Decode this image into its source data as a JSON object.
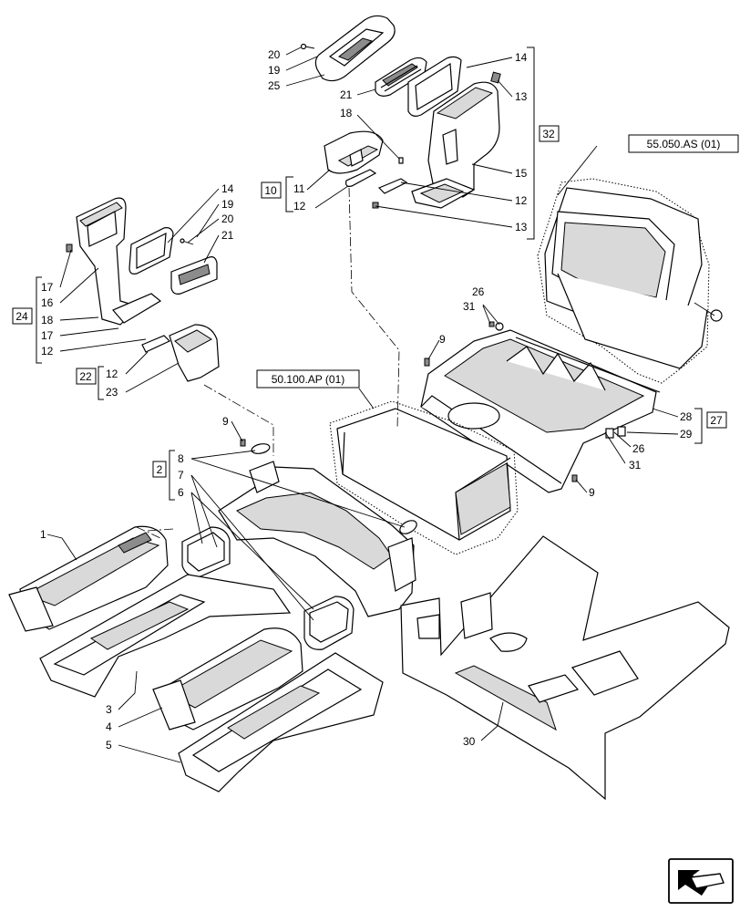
{
  "references": {
    "hvac_unit": "55.050.AS (01)",
    "control_unit": "50.100.AP (01)"
  },
  "groups": {
    "g32": "32",
    "g10": "10",
    "g24": "24",
    "g22": "22",
    "g2": "2",
    "g27": "27"
  },
  "callouts": {
    "c20a": "20",
    "c19a": "19",
    "c25": "25",
    "c21a": "21",
    "c14a": "14",
    "c13a": "13",
    "c18a": "18",
    "c15": "15",
    "c12a": "12",
    "c13b": "13",
    "c11": "11",
    "c12b": "12",
    "c14b": "14",
    "c19b": "19",
    "c20b": "20",
    "c21b": "21",
    "c17a": "17",
    "c16": "16",
    "c18b": "18",
    "c17b": "17",
    "c12c": "12",
    "c12d": "12",
    "c23": "23",
    "c26a": "26",
    "c31a": "31",
    "c9a": "9",
    "c9b": "9",
    "c9c": "9",
    "c28": "28",
    "c29": "29",
    "c26b": "26",
    "c31b": "31",
    "c8": "8",
    "c7": "7",
    "c6": "6",
    "c1": "1",
    "c3": "3",
    "c4": "4",
    "c5": "5",
    "c30": "30"
  },
  "nav": {
    "icon": "next-page-arrow-icon"
  }
}
